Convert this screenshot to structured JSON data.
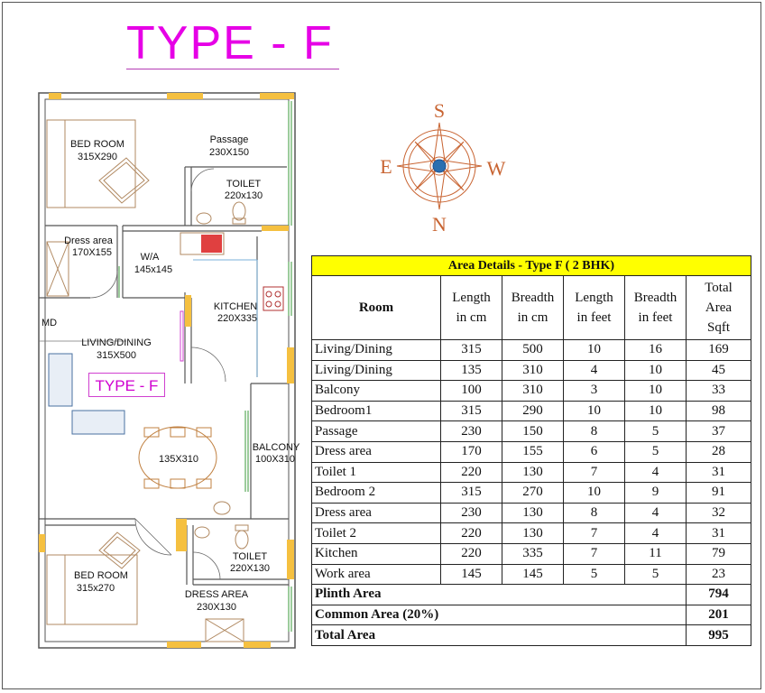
{
  "title": "TYPE - F",
  "plan": {
    "labels": {
      "bedroom1_name": "BED ROOM",
      "bedroom1_size": "315X290",
      "passage_name": "Passage",
      "passage_size": "230X150",
      "toilet1_name": "TOILET",
      "toilet1_size": "220x130",
      "dress1_name": "Dress area",
      "dress1_size": "170X155",
      "wa_name": "W/A",
      "wa_size": "145x145",
      "kitchen_name": "KITCHEN",
      "kitchen_size": "220X335",
      "md": "MD",
      "living_name": "LIVING/DINING",
      "living_size": "315X500",
      "type_tag": "TYPE - F",
      "dining_size": "135X310",
      "balcony_name": "BALCONY",
      "balcony_size": "100X310",
      "bedroom2_name": "BED ROOM",
      "bedroom2_size": "315x270",
      "toilet2_name": "TOILET",
      "toilet2_size": "220X130",
      "dress2_name": "DRESS AREA",
      "dress2_size": "230X130"
    }
  },
  "compass": {
    "top": "S",
    "left": "E",
    "right": "W",
    "bottom": "N"
  },
  "table": {
    "caption": "Area Details - Type F ( 2 BHK)",
    "headers": {
      "room": "Room",
      "length_cm_1": "Length",
      "length_cm_2": "in cm",
      "breadth_cm_1": "Breadth",
      "breadth_cm_2": "in cm",
      "length_ft_1": "Length",
      "length_ft_2": "in feet",
      "breadth_ft_1": "Breadth",
      "breadth_ft_2": "in feet",
      "total_1": "Total",
      "total_2": "Area",
      "total_3": "Sqft"
    },
    "rows": [
      {
        "room": "Living/Dining",
        "l_cm": "315",
        "b_cm": "500",
        "l_ft": "10",
        "b_ft": "16",
        "sqft": "169"
      },
      {
        "room": "Living/Dining",
        "l_cm": "135",
        "b_cm": "310",
        "l_ft": "4",
        "b_ft": "10",
        "sqft": "45"
      },
      {
        "room": "Balcony",
        "l_cm": "100",
        "b_cm": "310",
        "l_ft": "3",
        "b_ft": "10",
        "sqft": "33"
      },
      {
        "room": "Bedroom1",
        "l_cm": "315",
        "b_cm": "290",
        "l_ft": "10",
        "b_ft": "10",
        "sqft": "98"
      },
      {
        "room": "Passage",
        "l_cm": "230",
        "b_cm": "150",
        "l_ft": "8",
        "b_ft": "5",
        "sqft": "37"
      },
      {
        "room": "Dress area",
        "l_cm": "170",
        "b_cm": "155",
        "l_ft": "6",
        "b_ft": "5",
        "sqft": "28"
      },
      {
        "room": "Toilet 1",
        "l_cm": "220",
        "b_cm": "130",
        "l_ft": "7",
        "b_ft": "4",
        "sqft": "31"
      },
      {
        "room": "Bedroom 2",
        "l_cm": "315",
        "b_cm": "270",
        "l_ft": "10",
        "b_ft": "9",
        "sqft": "91"
      },
      {
        "room": "Dress area",
        "l_cm": "230",
        "b_cm": "130",
        "l_ft": "8",
        "b_ft": "4",
        "sqft": "32"
      },
      {
        "room": "Toilet 2",
        "l_cm": "220",
        "b_cm": "130",
        "l_ft": "7",
        "b_ft": "4",
        "sqft": "31"
      },
      {
        "room": "Kitchen",
        "l_cm": "220",
        "b_cm": "335",
        "l_ft": "7",
        "b_ft": "11",
        "sqft": "79"
      },
      {
        "room": "Work area",
        "l_cm": "145",
        "b_cm": "145",
        "l_ft": "5",
        "b_ft": "5",
        "sqft": "23"
      }
    ],
    "totals": [
      {
        "label": "Plinth Area",
        "value": "794"
      },
      {
        "label": "Common Area (20%)",
        "value": "201"
      },
      {
        "label": "Total Area",
        "value": "995"
      }
    ]
  },
  "colors": {
    "title": "#e600e6",
    "window": "#f5c040",
    "wall": "#555555",
    "caption_bg": "#ffff00",
    "compass": "#c86432"
  }
}
